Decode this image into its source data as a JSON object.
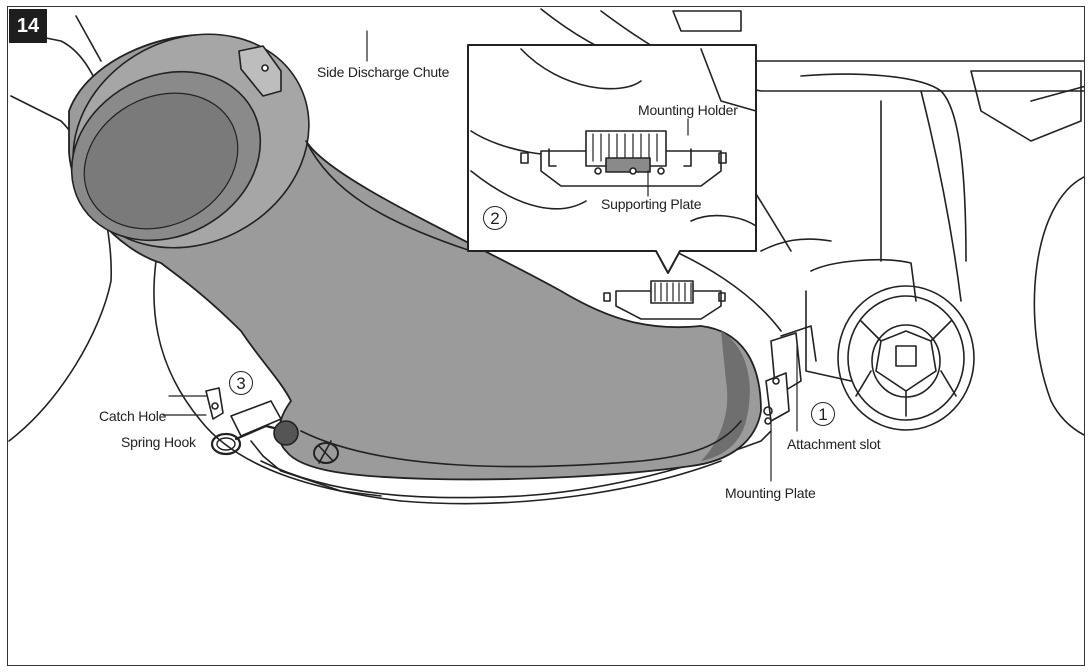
{
  "figure": {
    "step_number": "14"
  },
  "callouts": {
    "side_discharge_chute": "Side Discharge Chute",
    "mounting_holder": "Mounting Holder",
    "supporting_plate": "Supporting Plate",
    "catch_hole": "Catch Hole",
    "spring_hook": "Spring Hook",
    "attachment_slot": "Attachment slot",
    "mounting_plate": "Mounting Plate"
  },
  "step_markers": {
    "one": "1",
    "two": "2",
    "three": "3"
  },
  "colors": {
    "chute_fill": "#9b9b9b",
    "chute_shadow": "#6f6f6f",
    "line": "#222222",
    "badge_bg": "#1e1e1e"
  }
}
